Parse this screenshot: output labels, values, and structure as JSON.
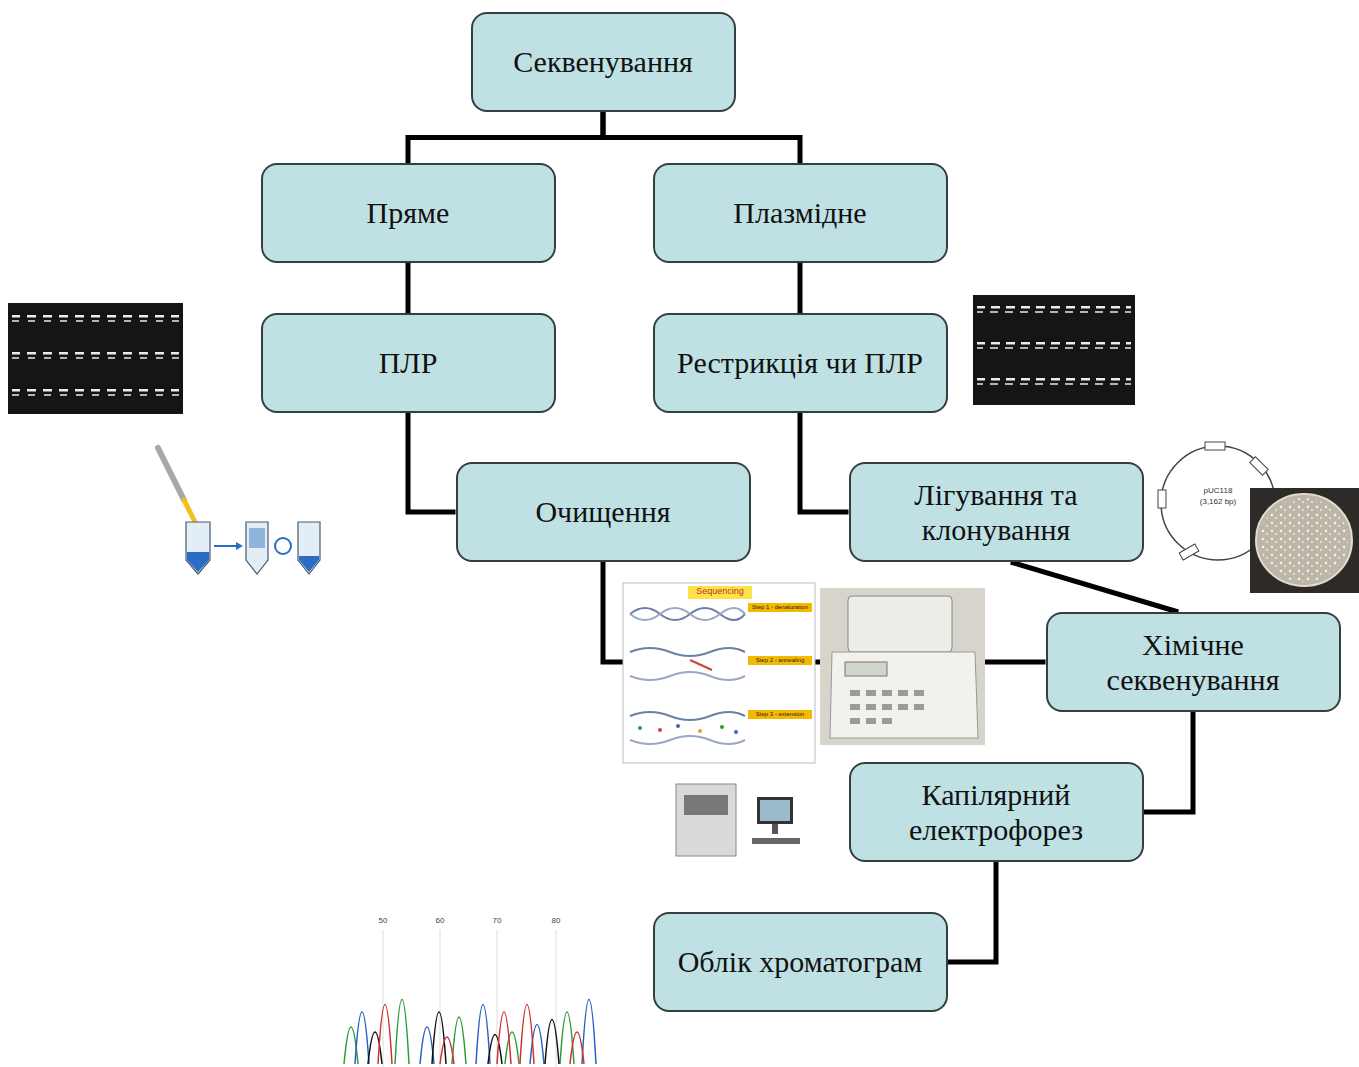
{
  "diagram": {
    "nodes": [
      {
        "text": [
          "Секвенування"
        ]
      },
      {
        "text": [
          "Пряме"
        ]
      },
      {
        "text": [
          "Плазмідне"
        ]
      },
      {
        "text": [
          "ПЛР"
        ]
      },
      {
        "text": [
          "Рестрикція чи ПЛР"
        ]
      },
      {
        "text": [
          "Очищення"
        ]
      },
      {
        "text": [
          "Лігування та клонування"
        ]
      },
      {
        "text": [
          "Хімічне секвенування"
        ]
      },
      {
        "text": [
          "Капілярний електрофорез"
        ]
      },
      {
        "text": [
          "Облік хроматограм"
        ]
      }
    ],
    "edges": [
      {
        "from": 0,
        "to": 1,
        "arrow": "none"
      },
      {
        "from": 0,
        "to": 2,
        "arrow": "none"
      },
      {
        "from": 1,
        "to": 3,
        "arrow": "none"
      },
      {
        "from": 2,
        "to": 4,
        "arrow": "none"
      },
      {
        "from": 3,
        "to": 5,
        "arrow": "none"
      },
      {
        "from": 4,
        "to": 6,
        "arrow": "none"
      },
      {
        "from": 5,
        "to": 7,
        "arrow": "none"
      },
      {
        "from": 6,
        "to": 7,
        "arrow": "none"
      },
      {
        "from": 7,
        "to": 8,
        "arrow": "none"
      },
      {
        "from": 8,
        "to": 9,
        "arrow": "none"
      }
    ],
    "labels": [
      "Sequencing",
      "Step 1 - denaturation",
      "Step 2 - annealing",
      "Step 3 - extension",
      "pUC118",
      "(3,162 bp)",
      "50",
      "60",
      "70",
      "80"
    ]
  }
}
